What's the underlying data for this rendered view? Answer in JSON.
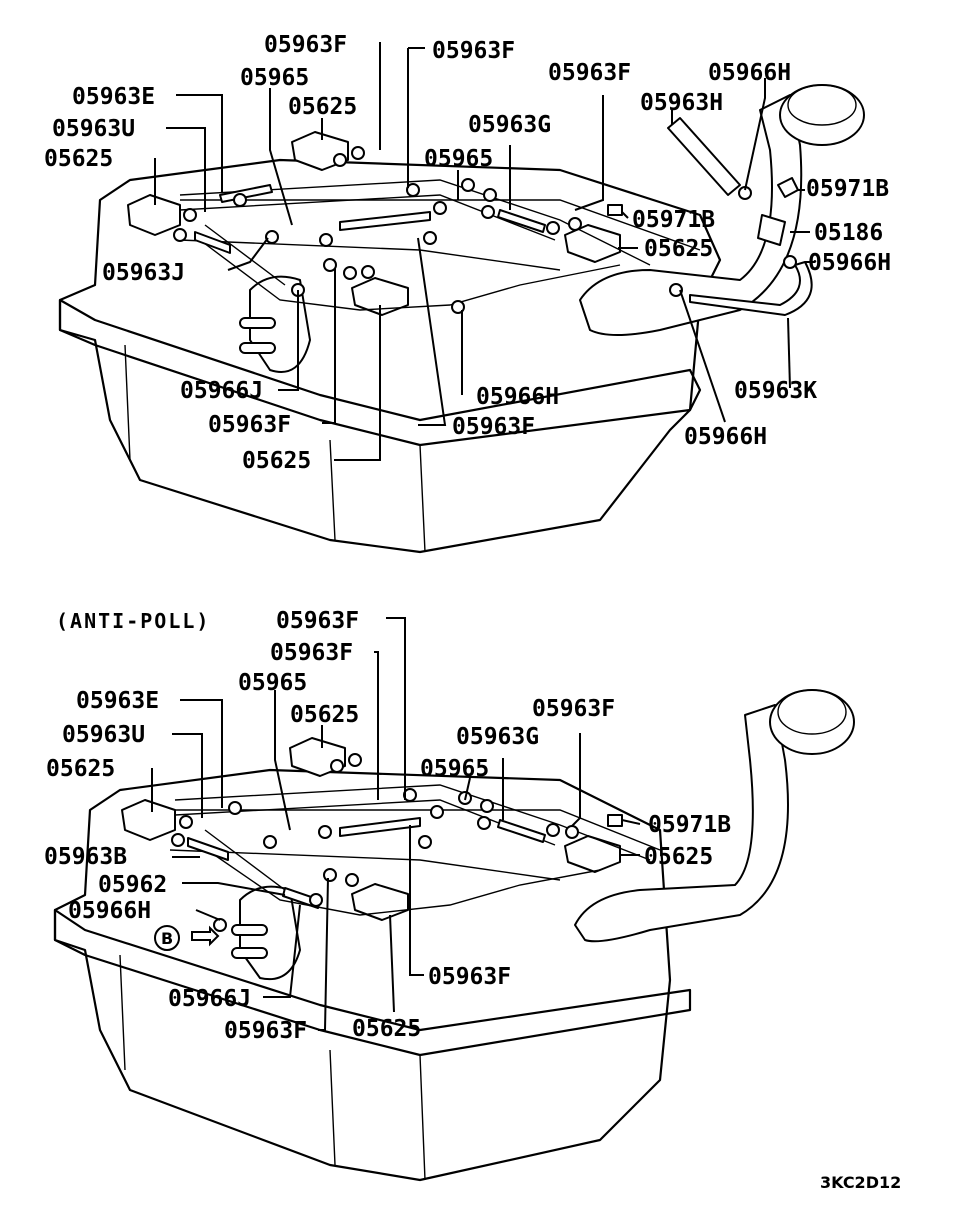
{
  "diagram_code": "3KC2D12",
  "lower_variant_label": "(ANTI-POLL)",
  "view_marker": "B",
  "upper_labels": {
    "l1": "05963F",
    "l2": "05963F",
    "l3": "05963E",
    "l4": "05965",
    "l5": "05625",
    "l6": "05963F",
    "l7": "05966H",
    "l8": "05963H",
    "l9": "05963U",
    "l10": "05963G",
    "l11": "05625",
    "l12": "05965",
    "l13": "05971B",
    "l14": "05971B",
    "l15": "05186",
    "l16": "05625",
    "l17": "05966H",
    "l18": "05963J",
    "l19": "05966H",
    "l20": "05966J",
    "l21": "05963K",
    "l22": "05963F",
    "l23": "05963F",
    "l24": "05966H",
    "l25": "05625"
  },
  "lower_labels": {
    "m1": "05963F",
    "m2": "05963F",
    "m3": "05965",
    "m4": "05963E",
    "m5": "05963F",
    "m6": "05625",
    "m7": "05963U",
    "m8": "05963G",
    "m9": "05625",
    "m10": "05965",
    "m11": "05971B",
    "m12": "05963B",
    "m13": "05625",
    "m14": "05962",
    "m15": "05966H",
    "m16": "05963F",
    "m17": "05966J",
    "m18": "05963F",
    "m19": "05625"
  }
}
